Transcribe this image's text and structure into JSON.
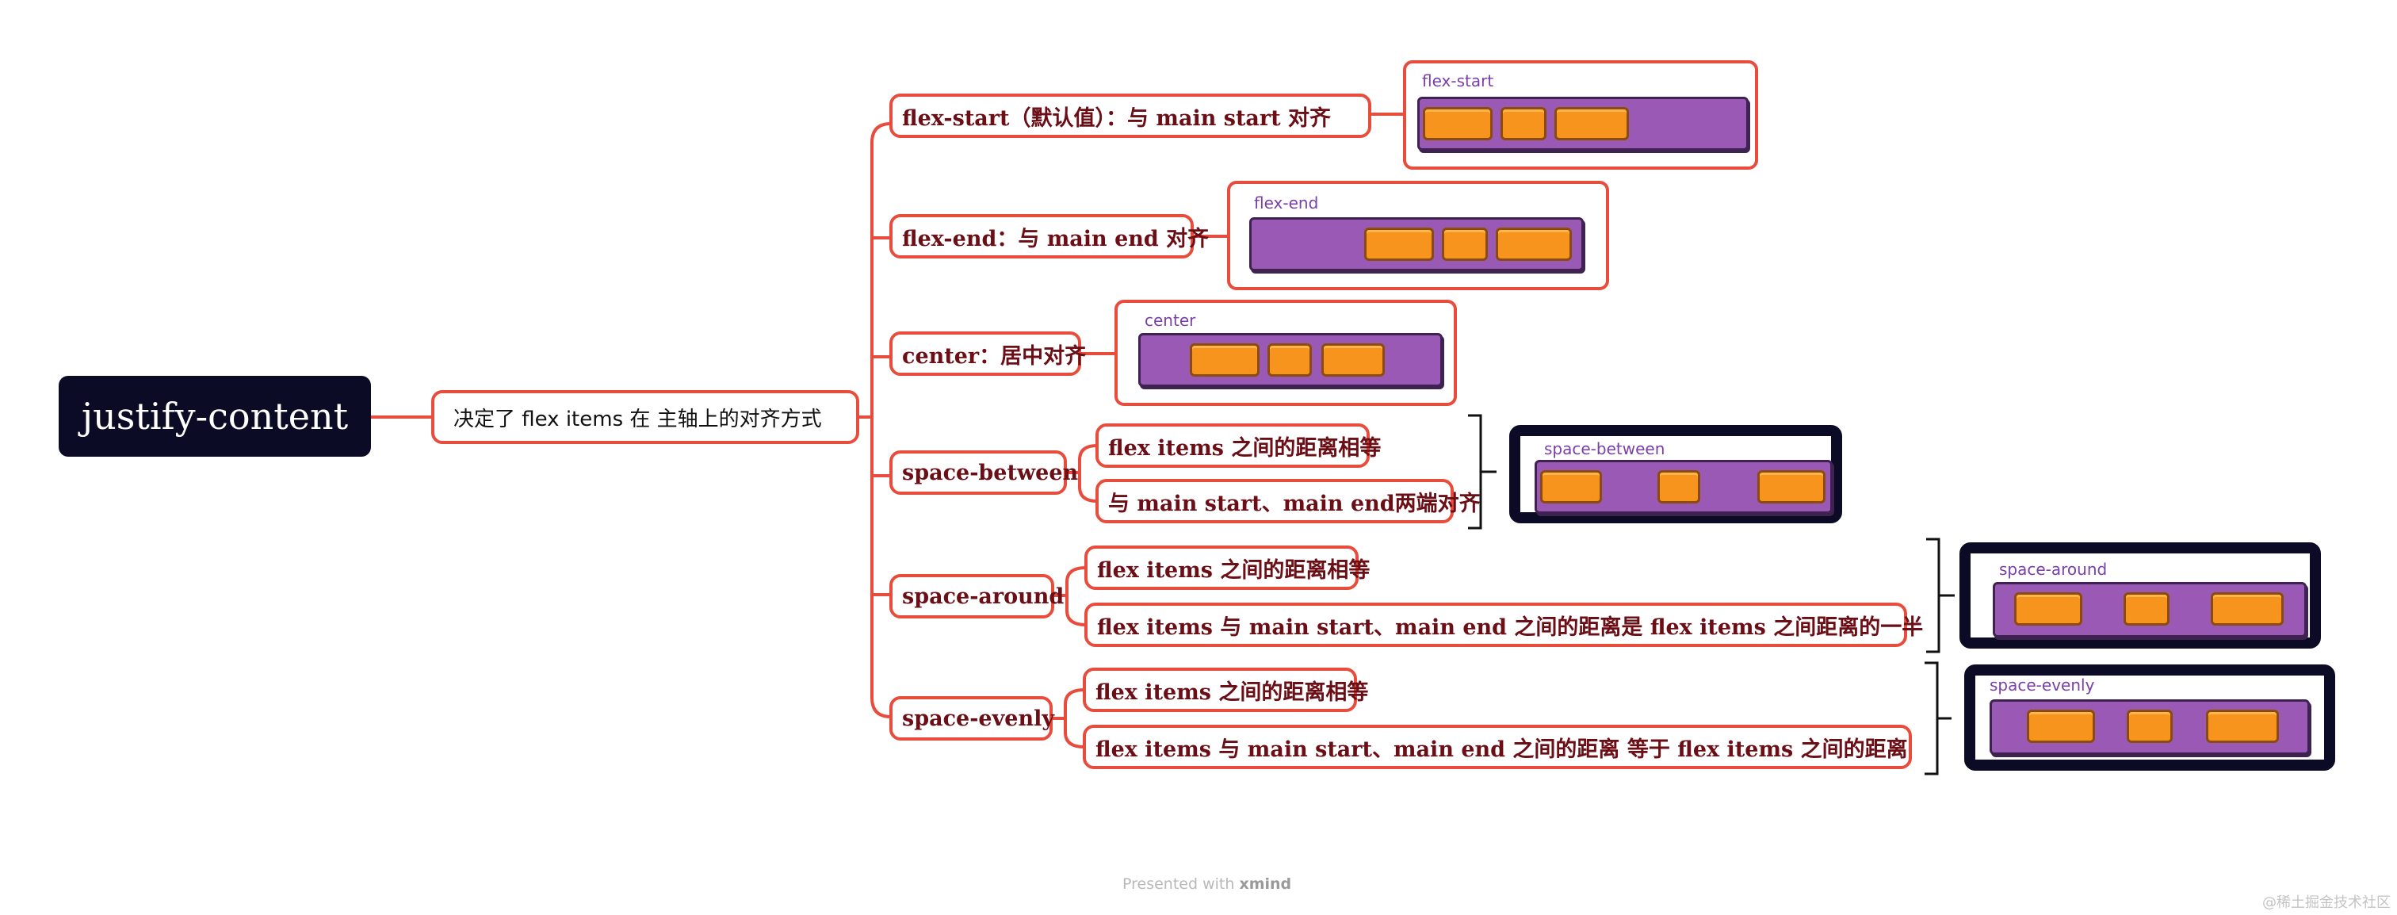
{
  "root": "justify-content",
  "description": "决定了 flex items 在 主轴上的对齐方式",
  "branches": [
    {
      "label": "flex-start（默认值）：与 main start 对齐",
      "demo": "flex-start"
    },
    {
      "label": "flex-end：与 main end 对齐",
      "demo": "flex-end"
    },
    {
      "label": "center：居中对齐",
      "demo": "center"
    },
    {
      "label": "space-between",
      "demo": "space-between",
      "children": [
        "flex items 之间的距离相等",
        "与 main start、main end两端对齐"
      ]
    },
    {
      "label": "space-around",
      "demo": "space-around",
      "children": [
        "flex items 之间的距离相等",
        "flex items 与 main start、main end 之间的距离是 flex items 之间距离的一半"
      ]
    },
    {
      "label": "space-evenly",
      "demo": "space-evenly",
      "children": [
        "flex items 之间的距离相等",
        "flex items 与 main start、main end 之间的距离 等于 flex items 之间的距离"
      ]
    }
  ],
  "footer": {
    "prefix": "Presented with",
    "brand": "xmind"
  },
  "watermark": "@稀土掘金技术社区",
  "colors": {
    "line": "#e84c3d",
    "node_text": "#6b0e16",
    "root_bg": "#0b0b26",
    "bar": "#9b59b6",
    "item": "#f7941d"
  }
}
